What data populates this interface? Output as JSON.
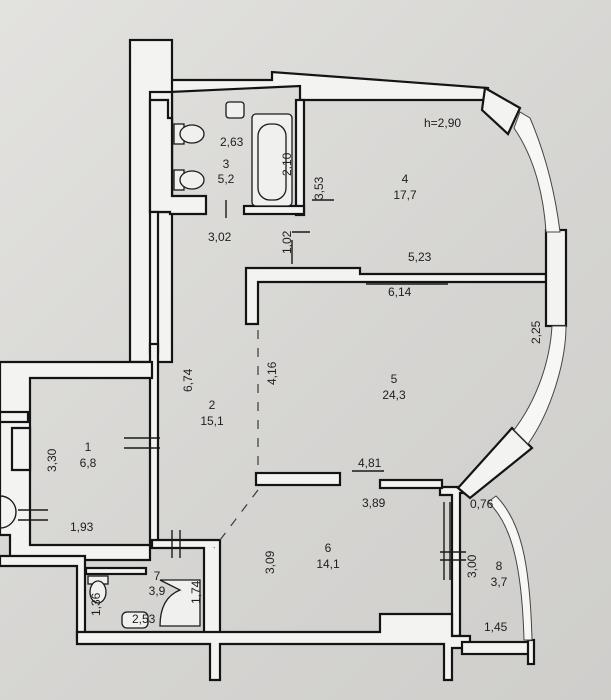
{
  "ceiling_height": "h=2,90",
  "rooms": [
    {
      "number": "1",
      "area": "6,8"
    },
    {
      "number": "2",
      "area": "15,1"
    },
    {
      "number": "3",
      "area": "5,2"
    },
    {
      "number": "4",
      "area": "17,7"
    },
    {
      "number": "5",
      "area": "24,3"
    },
    {
      "number": "6",
      "area": "14,1"
    },
    {
      "number": "7",
      "area": "3,9"
    },
    {
      "number": "8",
      "area": "3,7"
    }
  ],
  "dimensions": [
    "2,63",
    "2,10",
    "3,53",
    "3,02",
    "1,02",
    "5,23",
    "6,14",
    "2,25",
    "6,74",
    "4,16",
    "3,30",
    "1,93",
    "4,81",
    "3,89",
    "0,76",
    "3,09",
    "1,74",
    "1,36",
    "2,53",
    "3,00",
    "1,45"
  ]
}
